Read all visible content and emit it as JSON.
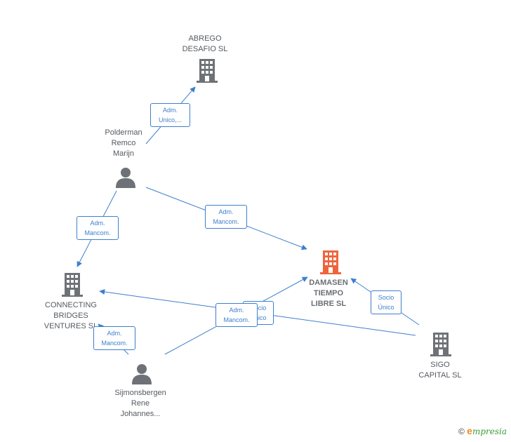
{
  "colors": {
    "edge": "#3d7fcc",
    "building": "#6e7276",
    "building_central": "#f0643c",
    "person": "#6e7276"
  },
  "nodes": {
    "abrego": {
      "lines": [
        "ABREGO",
        "DESAFIO  SL"
      ],
      "kind": "company"
    },
    "polderman": {
      "lines": [
        "Polderman",
        "Remco",
        "Marijn"
      ],
      "kind": "person"
    },
    "connecting": {
      "lines": [
        "CONNECTING",
        "BRIDGES",
        "VENTURES  SL"
      ],
      "kind": "company"
    },
    "damasen": {
      "lines": [
        "DAMASEN",
        "TIEMPO",
        "LIBRE  SL"
      ],
      "kind": "company-central"
    },
    "sijmonsbergen": {
      "lines": [
        "Sijmonsbergen",
        "Rene",
        "Johannes..."
      ],
      "kind": "person"
    },
    "sigo": {
      "lines": [
        "SIGO",
        "CAPITAL  SL"
      ],
      "kind": "company"
    }
  },
  "edges": {
    "polderman_abrego": [
      "Adm.",
      "Unico,..."
    ],
    "polderman_connecting": [
      "Adm.",
      "Mancom."
    ],
    "polderman_damasen": [
      "Adm.",
      "Mancom."
    ],
    "sigo_damasen": [
      "Socio",
      "Único"
    ],
    "sijmonsbergen_connecting": [
      "Adm.",
      "Mancom."
    ],
    "sigo_connecting": [
      "Socio",
      "Único"
    ],
    "sijmonsbergen_damasen": [
      "Adm.",
      "Mancom."
    ]
  },
  "footer": {
    "copyright": "©",
    "brand_first": "e",
    "brand_rest": "mpresia"
  }
}
